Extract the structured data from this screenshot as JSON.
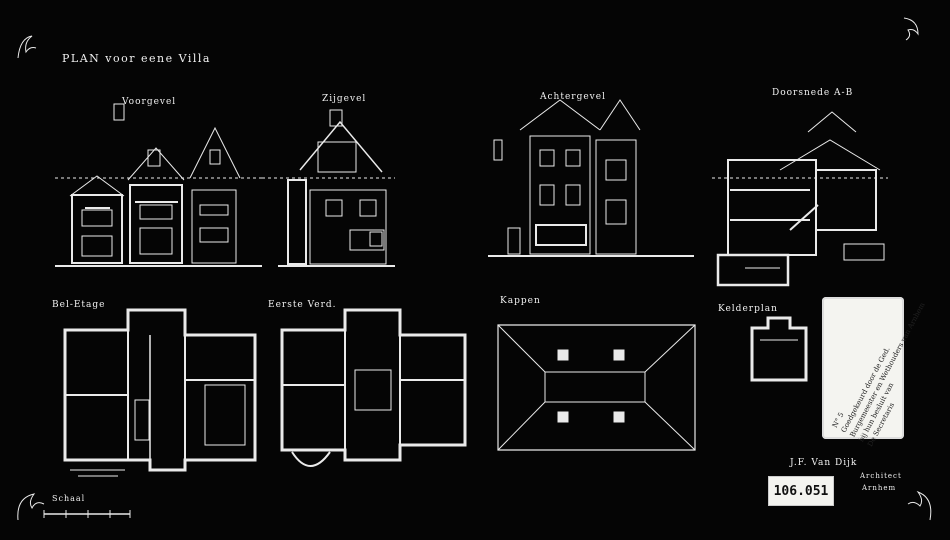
{
  "document": {
    "title": "PLAN voor eene Villa",
    "sheet_number": "106.051",
    "colors": {
      "background": "#050505",
      "lines": "#f0f0f0",
      "paper": "#f4f4f0"
    }
  },
  "elevations": [
    {
      "label": "Voorgevel"
    },
    {
      "label": "Zijgevel"
    },
    {
      "label": "Achtergevel"
    },
    {
      "label": "Doorsnede A-B"
    }
  ],
  "plans": [
    {
      "label": "Bel-Etage"
    },
    {
      "label": "Eerste Verd."
    },
    {
      "label": "Kappen"
    },
    {
      "label": "Kelderplan"
    }
  ],
  "scale_label": "Schaal",
  "architect": {
    "name": "J.F. Van Dijk",
    "title": "Architect",
    "place": "Arnhem"
  },
  "approval_note": [
    "N° 5",
    "Goedgekeurd door de Ged.",
    "Burgemeester en Wethouders van Arnhem",
    "bij hun besluit van",
    "De Secretaris"
  ]
}
